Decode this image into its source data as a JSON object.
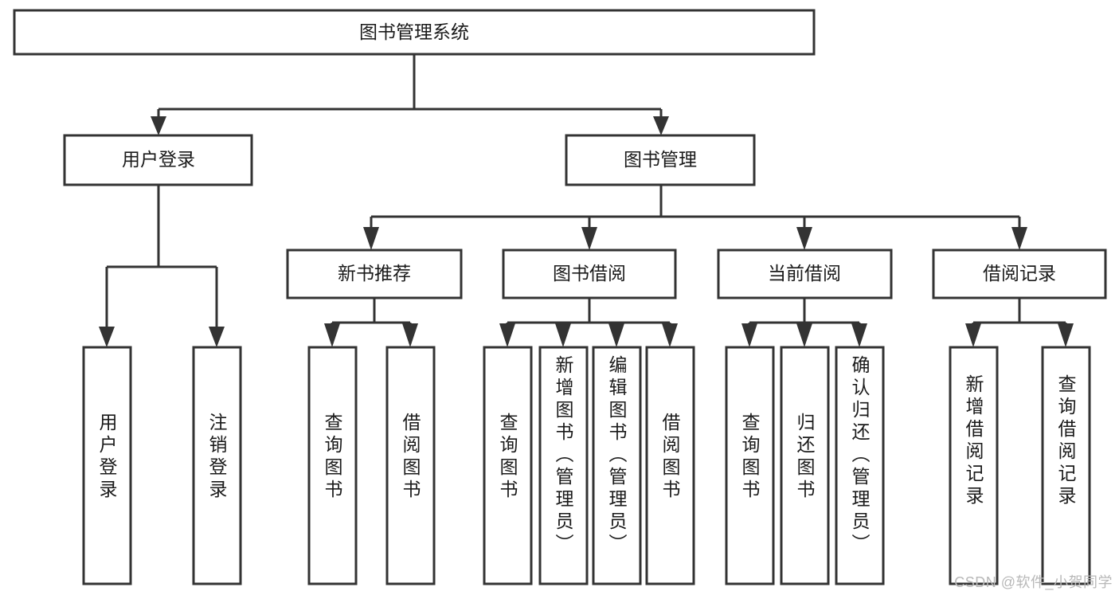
{
  "diagram": {
    "title": "图书管理系统",
    "type": "tree-hierarchy",
    "watermark": "CSDN @软件_小贺同学",
    "colors": {
      "stroke": "#333333",
      "fill": "#ffffff",
      "text": "#1a1a1a",
      "watermark": "#b8b8b8"
    },
    "root": {
      "label": "图书管理系统"
    },
    "level2": [
      {
        "label": "用户登录"
      },
      {
        "label": "图书管理"
      }
    ],
    "level3": [
      {
        "label": "新书推荐"
      },
      {
        "label": "图书借阅"
      },
      {
        "label": "当前借阅"
      },
      {
        "label": "借阅记录"
      }
    ],
    "leaves": {
      "user_login": [
        {
          "label": "用户登录"
        },
        {
          "label": "注销登录"
        }
      ],
      "new_book_recommend": [
        {
          "label": "查询图书"
        },
        {
          "label": "借阅图书"
        }
      ],
      "book_borrow": [
        {
          "label": "查询图书"
        },
        {
          "label": "新增图书（管理员）"
        },
        {
          "label": "编辑图书（管理员）"
        },
        {
          "label": "借阅图书"
        }
      ],
      "current_borrow": [
        {
          "label": "查询图书"
        },
        {
          "label": "归还图书"
        },
        {
          "label": "确认归还（管理员）"
        }
      ],
      "borrow_record": [
        {
          "label": "新增借阅记录"
        },
        {
          "label": "查询借阅记录"
        }
      ]
    }
  }
}
